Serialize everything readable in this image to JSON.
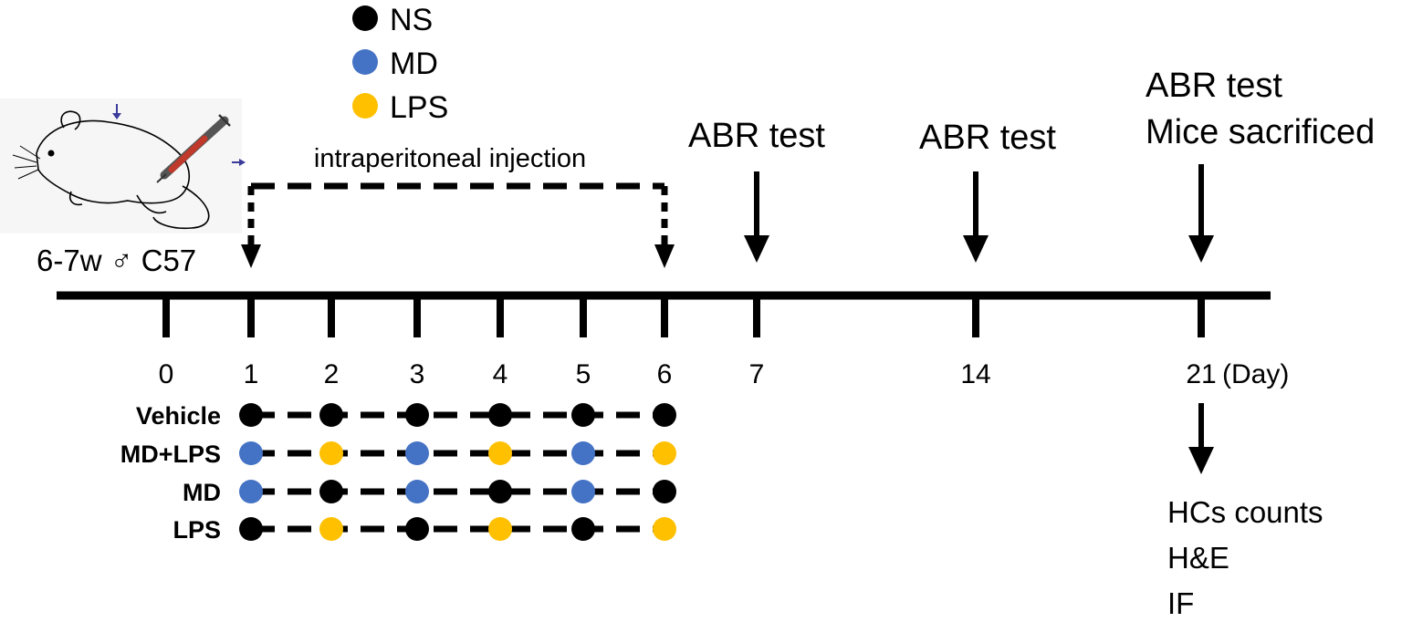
{
  "colors": {
    "ns": "#000000",
    "md": "#4472C4",
    "lps": "#FFC000"
  },
  "legend": [
    {
      "key": "ns",
      "label": "NS"
    },
    {
      "key": "md",
      "label": "MD"
    },
    {
      "key": "lps",
      "label": "LPS"
    }
  ],
  "subject_label": "6-7w ♂ C57",
  "mouse_illustration": "mouse-syringe-drawing",
  "injection_label": "intraperitoneal injection",
  "events": [
    {
      "day": 7,
      "lines": [
        "ABR test"
      ]
    },
    {
      "day": 14,
      "lines": [
        "ABR test"
      ]
    },
    {
      "day": 21,
      "lines": [
        "ABR test",
        "Mice sacrificed"
      ]
    }
  ],
  "days": [
    "0",
    "1",
    "2",
    "3",
    "4",
    "5",
    "6",
    "7",
    "14",
    "21"
  ],
  "day_unit": "(Day)",
  "groups": [
    {
      "name": "Vehicle",
      "dots": [
        "ns",
        "ns",
        "ns",
        "ns",
        "ns",
        "ns"
      ]
    },
    {
      "name": "MD+LPS",
      "dots": [
        "md",
        "lps",
        "md",
        "lps",
        "md",
        "lps"
      ]
    },
    {
      "name": "MD",
      "dots": [
        "md",
        "ns",
        "md",
        "ns",
        "md",
        "ns"
      ]
    },
    {
      "name": "LPS",
      "dots": [
        "ns",
        "lps",
        "ns",
        "lps",
        "ns",
        "lps"
      ]
    }
  ],
  "outcomes": [
    "HCs counts",
    "H&E",
    "IF"
  ]
}
